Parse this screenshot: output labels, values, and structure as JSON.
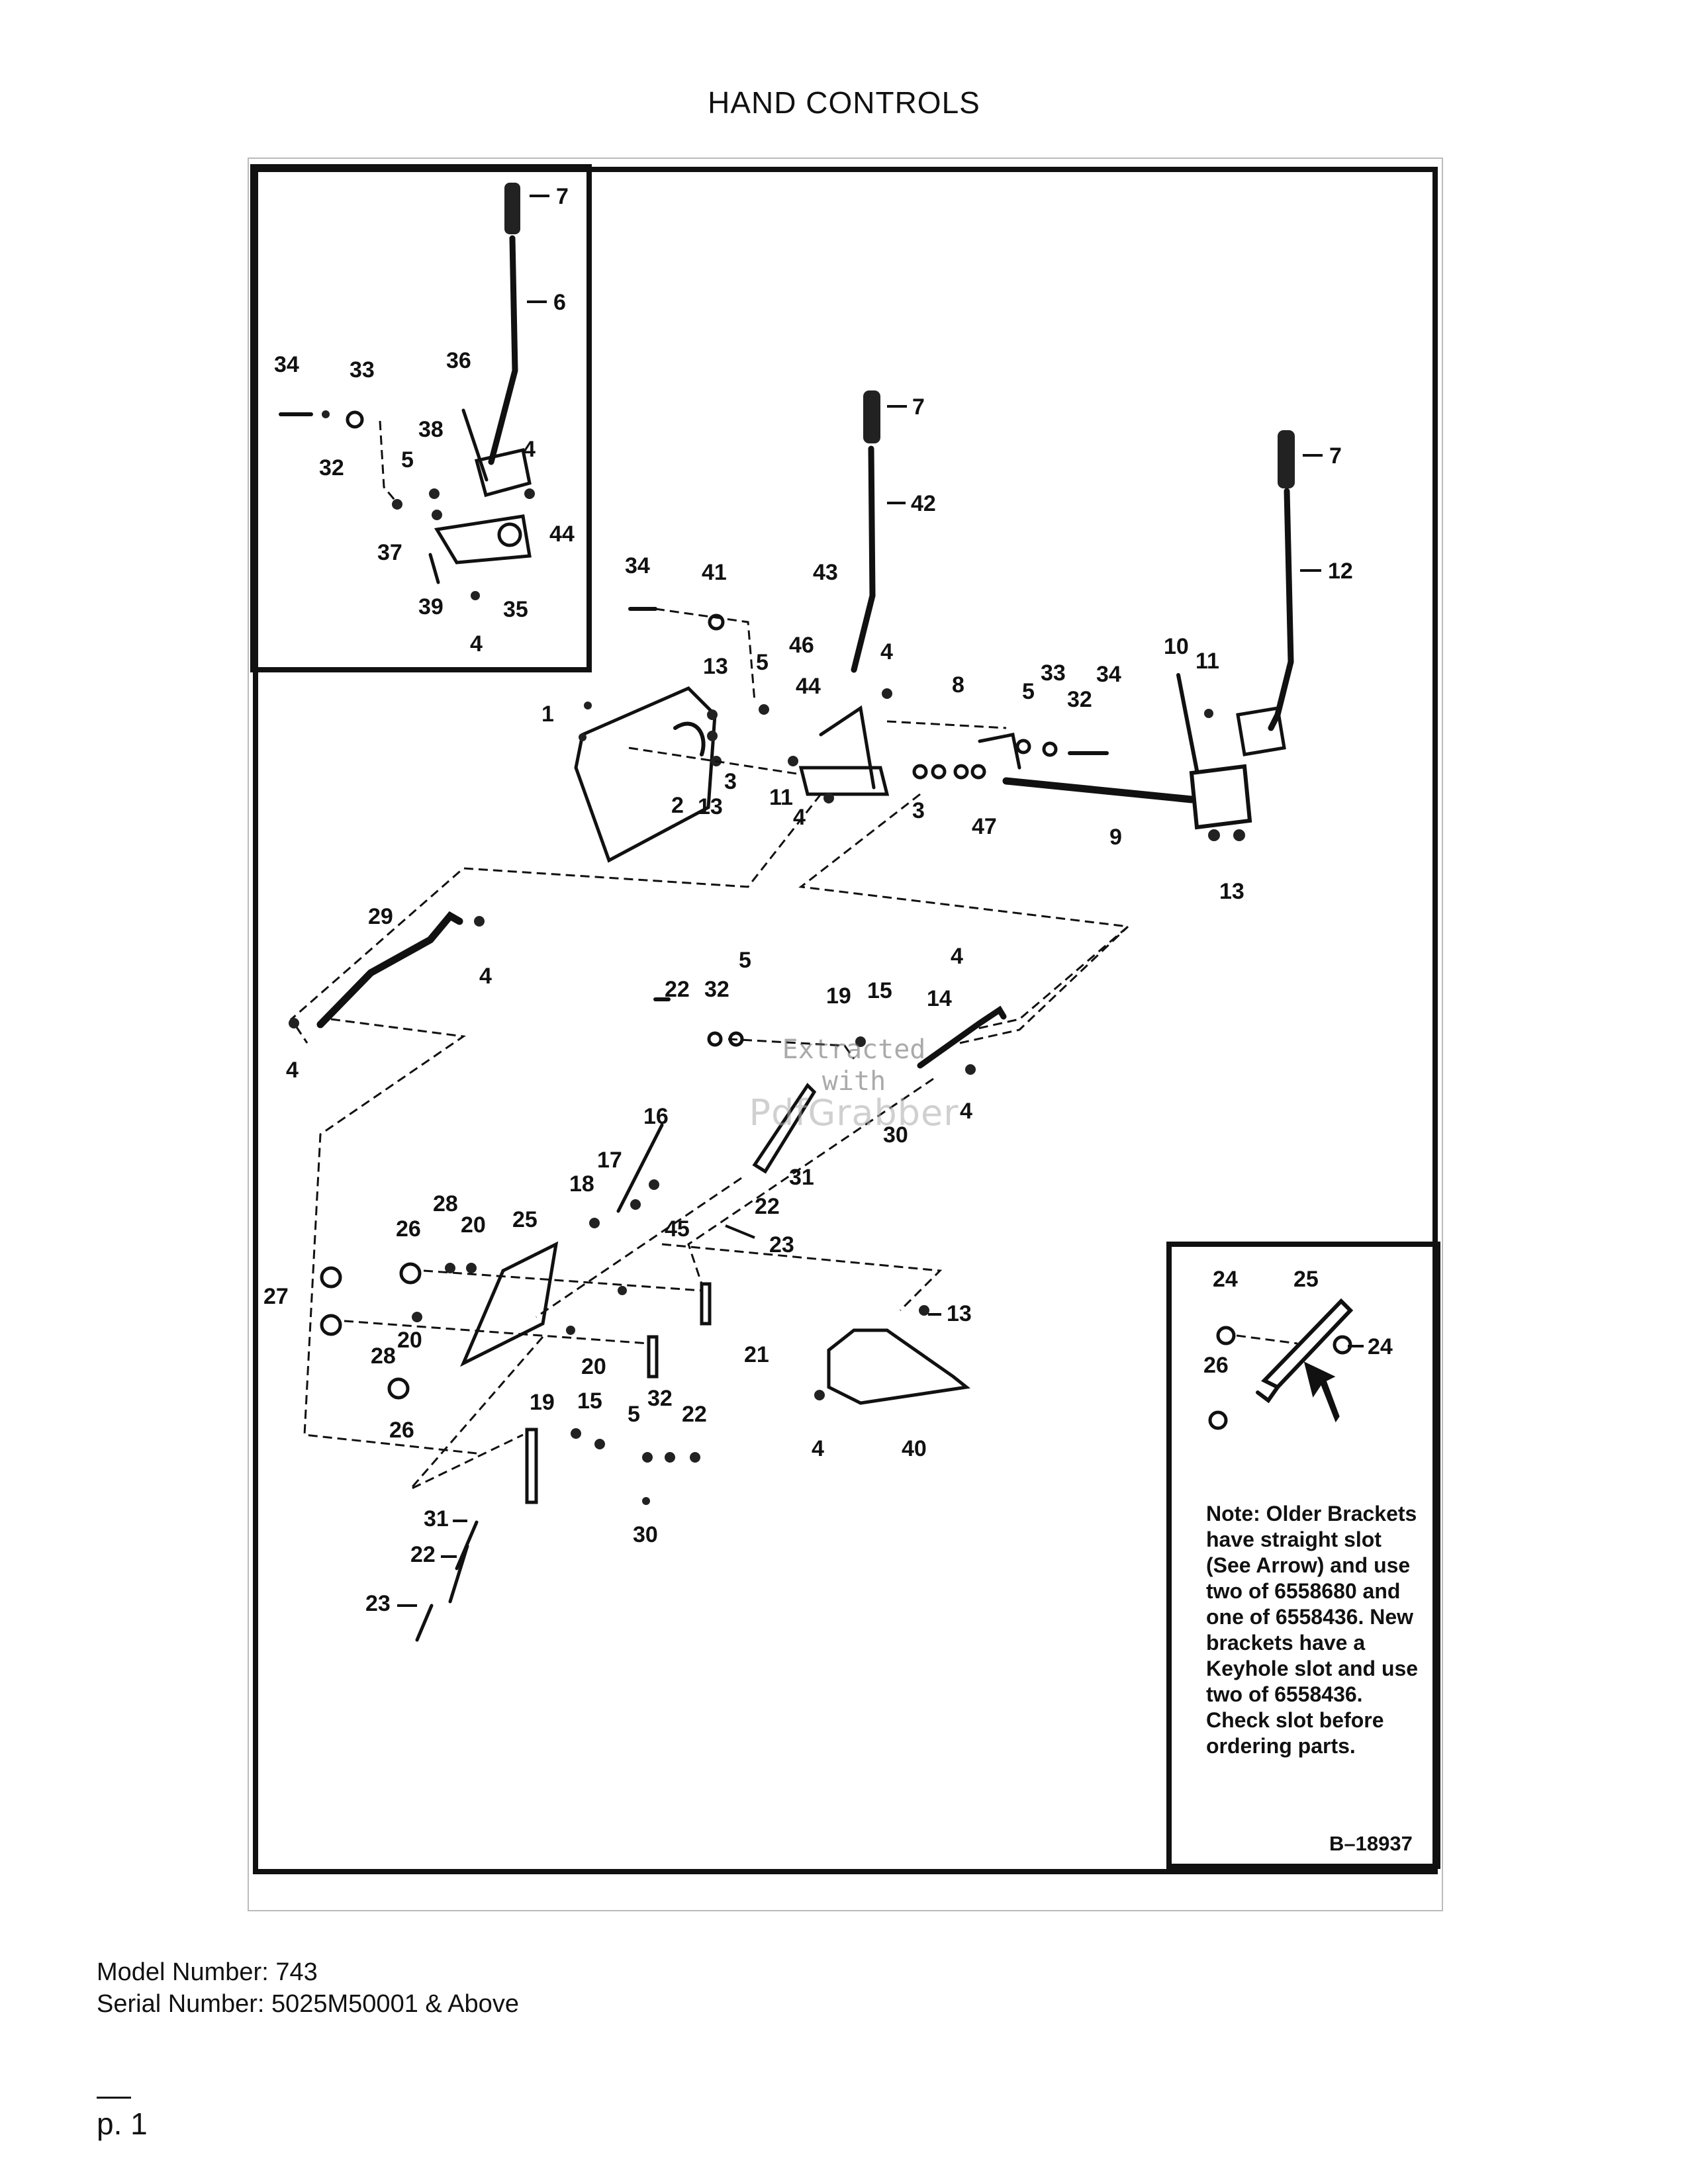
{
  "title": "HAND CONTROLS",
  "note": {
    "heading": "Note:",
    "body": "Older Brackets have straight slot (See Arrow) and use two of 6558680 and one of 6558436. New brackets have a Keyhole slot and use two of 6558436. Check slot before ordering parts."
  },
  "figure_code": "B–18937",
  "watermark": {
    "line1": "Extracted",
    "line2": "with",
    "brand": "PdfGrabber"
  },
  "footer": {
    "model": "Model Number: 743",
    "serial": "Serial Number: 5025M50001 & Above"
  },
  "page_number": "p. 1",
  "callouts": {
    "inset_top_left": [
      "7",
      "6",
      "34",
      "33",
      "36",
      "32",
      "38",
      "5",
      "4",
      "44",
      "37",
      "39",
      "35",
      "4"
    ],
    "top_assembly": [
      "7",
      "42",
      "7",
      "12",
      "34",
      "41",
      "43",
      "46",
      "4",
      "5",
      "13",
      "44",
      "8",
      "5",
      "33",
      "34",
      "32",
      "10",
      "11",
      "1",
      "2",
      "13",
      "3",
      "11",
      "4",
      "3",
      "47",
      "9",
      "13"
    ],
    "middle_assembly": [
      "29",
      "4",
      "4",
      "22",
      "32",
      "5",
      "19",
      "15",
      "4",
      "14",
      "4",
      "16",
      "30",
      "31",
      "22",
      "23",
      "17",
      "18",
      "45",
      "28",
      "20",
      "25",
      "26",
      "27",
      "20",
      "28",
      "21",
      "13",
      "26",
      "40",
      "4",
      "19",
      "15",
      "32",
      "5",
      "22",
      "31",
      "30",
      "22",
      "23"
    ],
    "inset_bottom_right": [
      "24",
      "25",
      "24",
      "26"
    ]
  }
}
